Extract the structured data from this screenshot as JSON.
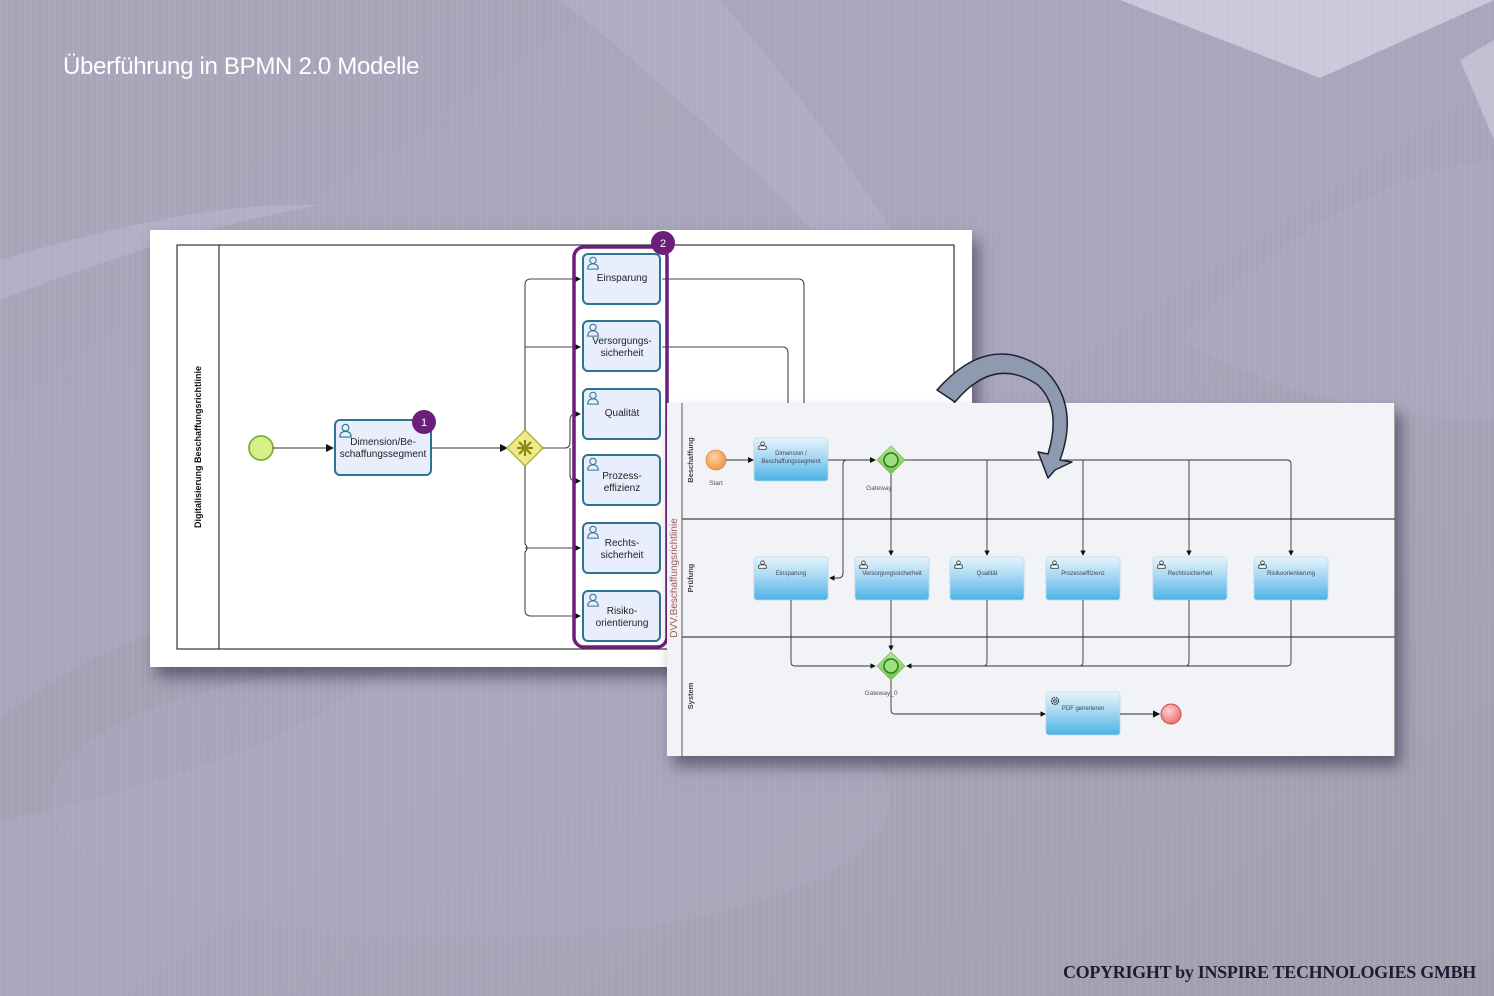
{
  "slide": {
    "title": "Überführung in BPMN 2.0 Modelle",
    "copyright": "COPYRIGHT by INSPIRE TECHNOLOGIES GMBH"
  },
  "colors": {
    "background": "#a5a2b3",
    "badge_purple": "#6b1f78",
    "task_border_left": "#2e7491",
    "task_fill_left": "#e8eefb",
    "start_event_fill": "#d9ef8a",
    "gateway_fill_left": "#efe98a",
    "task_fill_right_top": "#dff1fb",
    "task_fill_right_bottom": "#4db2e6",
    "gateway_fill_right": "#8fd46d",
    "start_event_right": "#f7a15a",
    "end_event_right": "#f07d7d",
    "transform_arrow": "#8d9ab0",
    "pool_label_color": "#a05a5a"
  },
  "left_diagram": {
    "pool_label": "Digitalisierung Beschaffungsrichtlinie",
    "start_event": "start-event",
    "first_task": {
      "label_line1": "Dimension/Be-",
      "label_line2": "schaffungssegment",
      "badge": "1"
    },
    "gateway": "complex-gateway",
    "group_badge": "2",
    "tasks": [
      {
        "line1": "Einsparung",
        "line2": ""
      },
      {
        "line1": "Versorgungs-",
        "line2": "sicherheit"
      },
      {
        "line1": "Qualität",
        "line2": ""
      },
      {
        "line1": "Prozess-",
        "line2": "effizienz"
      },
      {
        "line1": "Rechts-",
        "line2": "sicherheit"
      },
      {
        "line1": "Risiko-",
        "line2": "orientierung"
      }
    ]
  },
  "right_diagram": {
    "pool_label": "DVV.Beschaffungsrichtlinie",
    "lanes": [
      "Beschaffung",
      "Prüfung",
      "System"
    ],
    "start_label": "Start",
    "first_task": {
      "line1": "Dimension /",
      "line2": "Beschaffungssegment"
    },
    "gateway_label": "Gateway",
    "gateway2_label": "Gateway_0",
    "tasks": [
      "Einsparung",
      "Versorgungssicherheit",
      "Qualität",
      "Prozesseffizienz",
      "Rechtssicherheit",
      "Risikoorientierung"
    ],
    "system_task": "PDF generieren"
  }
}
